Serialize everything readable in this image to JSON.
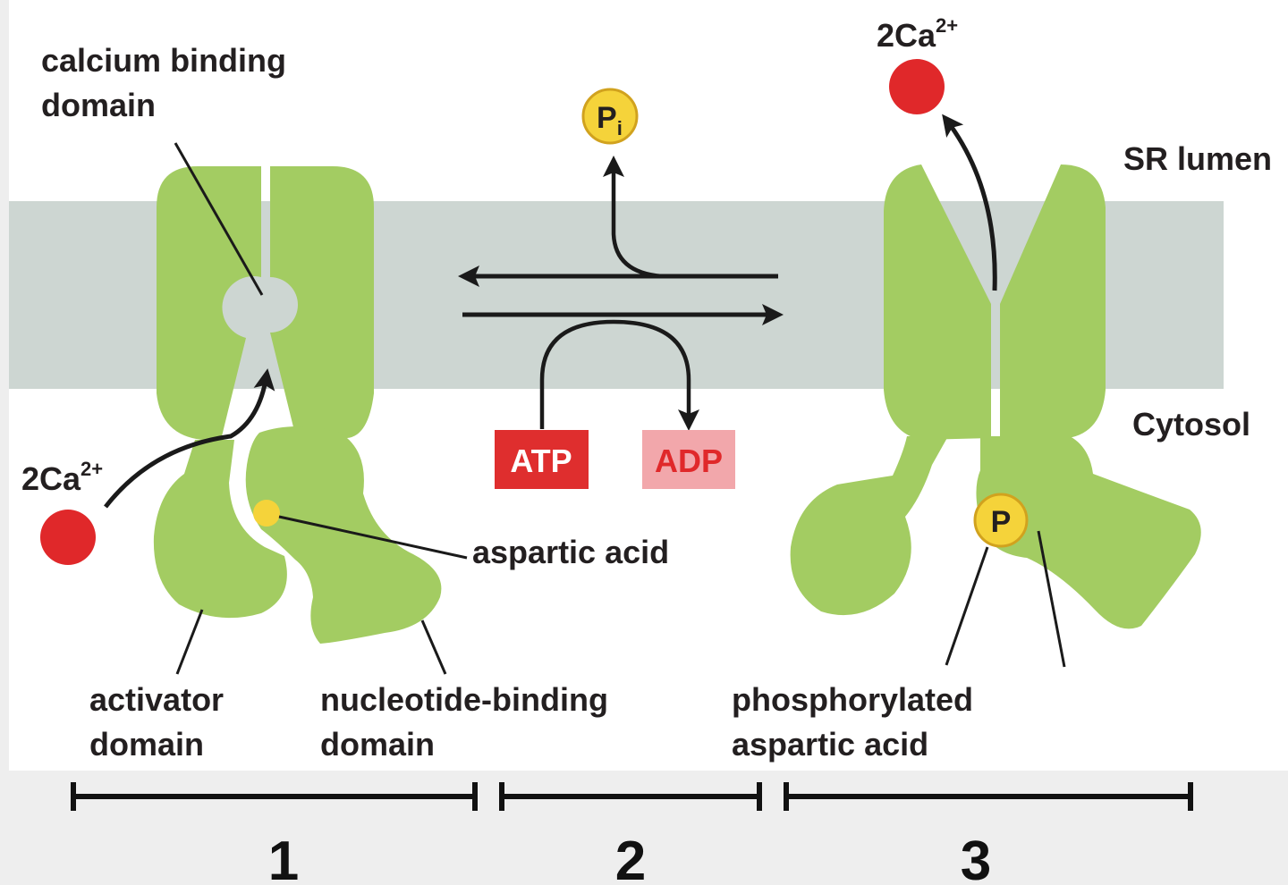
{
  "labels": {
    "calcium_binding_line1": "calcium binding",
    "calcium_binding_line2": "domain",
    "sr_lumen": "SR lumen",
    "cytosol": "Cytosol",
    "ca_left_main": "2Ca",
    "ca_left_sup": "2+",
    "ca_right_main": "2Ca",
    "ca_right_sup": "2+",
    "pi_main": "P",
    "pi_sub": "i",
    "atp": "ATP",
    "adp": "ADP",
    "aspartic_acid": "aspartic acid",
    "activator_line1": "activator",
    "activator_line2": "domain",
    "nucleotide_line1": "nucleotide-binding",
    "nucleotide_line2": "domain",
    "phospho_line1": "phosphorylated",
    "phospho_line2": "aspartic acid",
    "phosphate": "P"
  },
  "stages": [
    "1",
    "2",
    "3"
  ],
  "colors": {
    "protein": "#a3cc62",
    "membrane": "#cdd6d2",
    "calcium": "#e0282a",
    "phosphate": "#f5d33a",
    "atp": "#df2e2e",
    "adp": "#f2a7ab",
    "adp_text": "#e0282a",
    "ink": "#1a1a1a"
  }
}
